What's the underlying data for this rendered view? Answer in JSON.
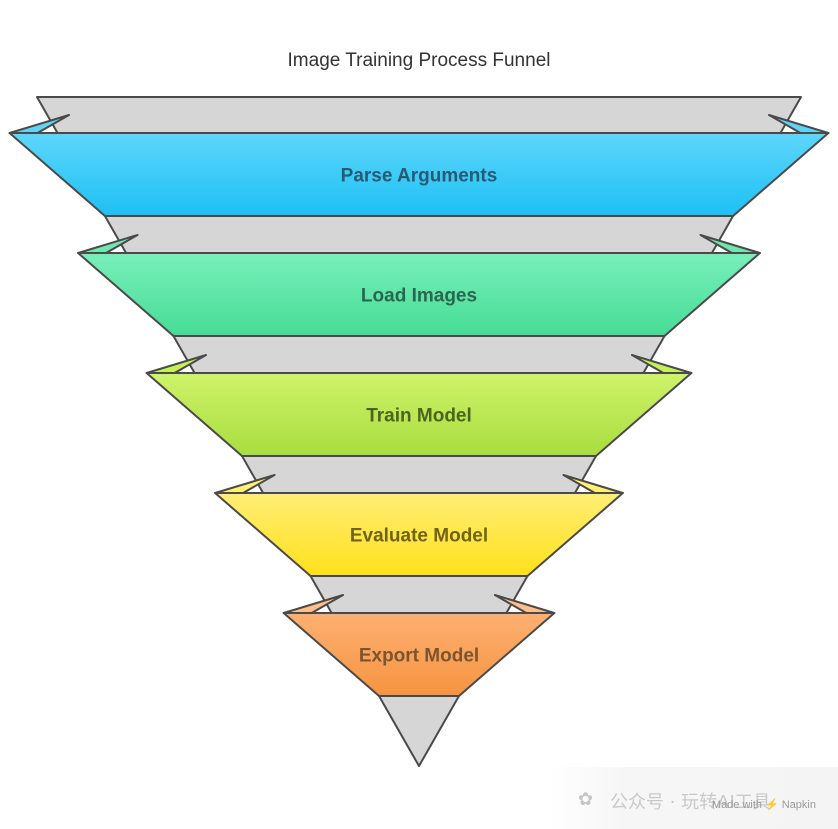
{
  "title": "Image Training Process Funnel",
  "stages": [
    {
      "label": "Parse Arguments",
      "color_top": "#5ed6fb",
      "color_bottom": "#1dc0f4",
      "side_color": "#61d3f7",
      "text_color": "#2a5a72"
    },
    {
      "label": "Load Images",
      "color_top": "#79efbb",
      "color_bottom": "#45dc95",
      "side_color": "#70e6b0",
      "text_color": "#2d6650"
    },
    {
      "label": "Train Model",
      "color_top": "#cff36a",
      "color_bottom": "#a8dd3f",
      "side_color": "#c6ef5c",
      "text_color": "#4f6320"
    },
    {
      "label": "Evaluate Model",
      "color_top": "#ffee77",
      "color_bottom": "#ffe01a",
      "side_color": "#fff074",
      "text_color": "#6f6418"
    },
    {
      "label": "Export Model",
      "color_top": "#fdb072",
      "color_bottom": "#f69440",
      "side_color": "#ffbf8a",
      "text_color": "#7d5430"
    }
  ],
  "funnel_body_color": "#d6d6d6",
  "outline_color": "#4a4a4a",
  "watermark": {
    "logo_icon": "wechat-icon",
    "text": "公众号 · 玩转AI工具",
    "made_with": "Made with",
    "brand": "Napkin",
    "brand_icon": "napkin-icon"
  }
}
